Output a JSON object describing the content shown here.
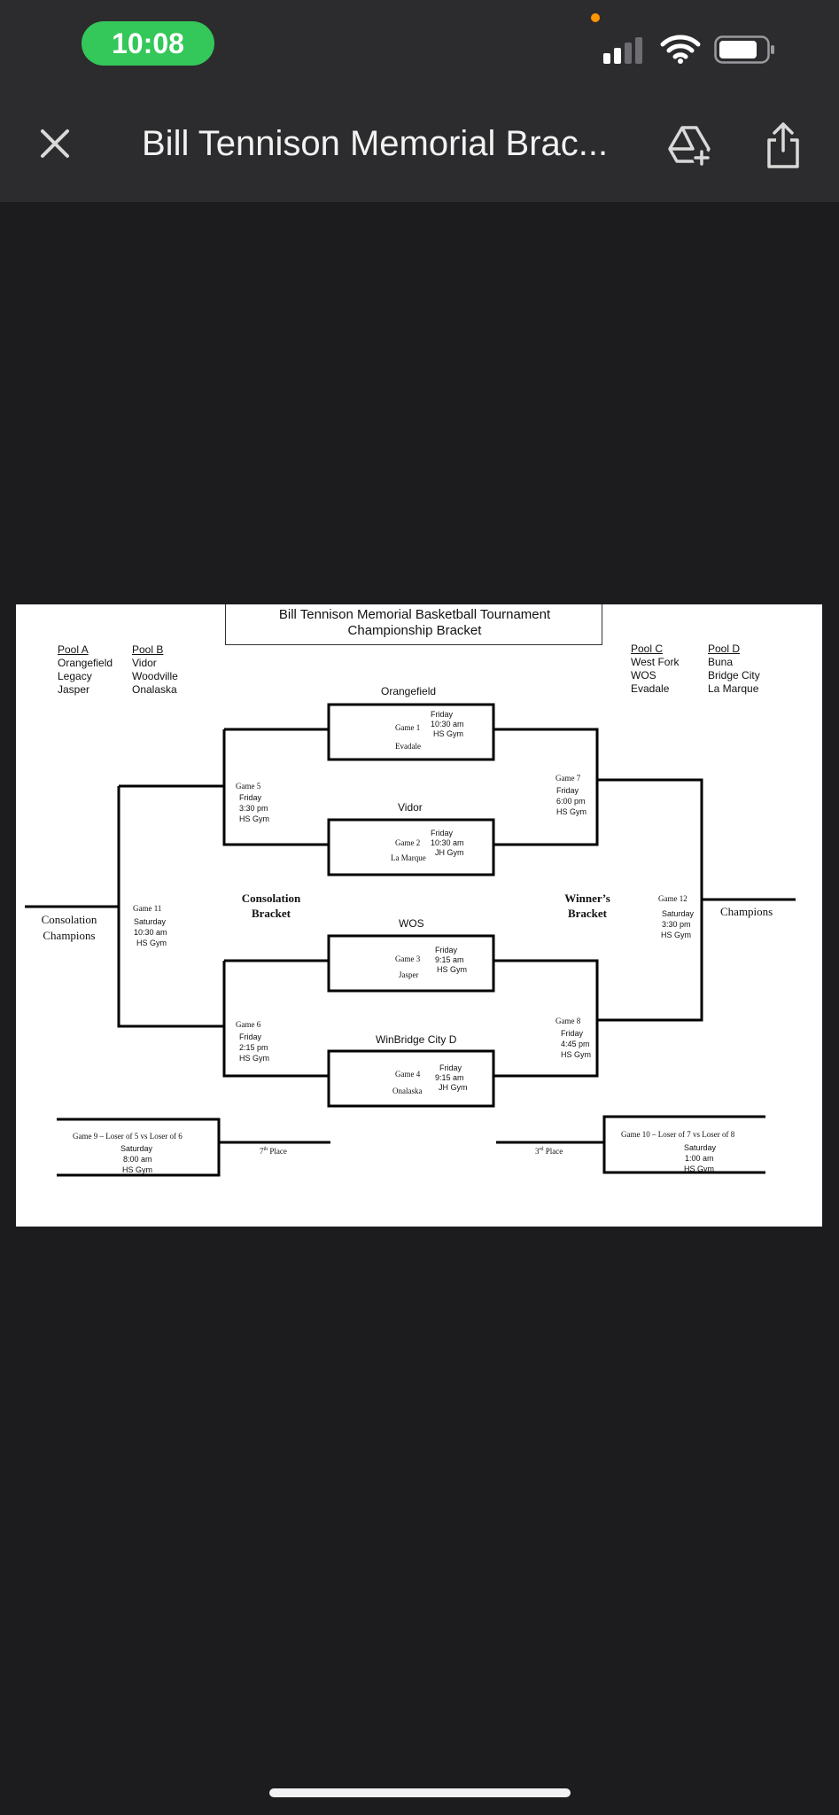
{
  "status_bar": {
    "time": "10:08"
  },
  "nav": {
    "title": "Bill Tennison Memorial Brac...",
    "close_icon": "close-icon",
    "drive_icon": "add-to-drive-icon",
    "share_icon": "share-icon"
  },
  "document": {
    "title_line1": "Bill Tennison Memorial Basketball Tournament",
    "title_line2": "Championship Bracket",
    "pools": {
      "a": {
        "name": "Pool A",
        "teams": [
          "Orangefield",
          "Legacy",
          "Jasper"
        ]
      },
      "b": {
        "name": "Pool B",
        "teams": [
          "Vidor",
          "Woodville",
          "Onalaska"
        ]
      },
      "c": {
        "name": "Pool C",
        "teams": [
          "West Fork",
          "WOS",
          "Evadale"
        ]
      },
      "d": {
        "name": "Pool D",
        "teams": [
          "Buna",
          "Bridge City",
          "La Marque"
        ]
      }
    },
    "games": {
      "g1": {
        "top_team": "Orangefield",
        "label": "Game 1",
        "day": "Friday",
        "time": "10:30 am",
        "gym": "HS Gym",
        "bottom_team": "Evadale"
      },
      "g2": {
        "top_team": "Vidor",
        "label": "Game 2",
        "day": "Friday",
        "time": "10:30 am",
        "gym": "JH Gym",
        "bottom_team": "La Marque"
      },
      "g3": {
        "top_team": "WOS",
        "label": "Game 3",
        "day": "Friday",
        "time": "9:15 am",
        "gym": "HS Gym",
        "bottom_team": "Jasper"
      },
      "g4": {
        "top_team": "WinBridge City D",
        "label": "Game 4",
        "day": "Friday",
        "time": "9:15 am",
        "gym": "JH Gym",
        "bottom_team": "Onalaska"
      },
      "g5": {
        "label": "Game 5",
        "day": "Friday",
        "time": "3:30 pm",
        "gym": "HS Gym"
      },
      "g6": {
        "label": "Game 6",
        "day": "Friday",
        "time": "2:15 pm",
        "gym": "HS Gym"
      },
      "g7": {
        "label": "Game 7",
        "day": "Friday",
        "time": "6:00 pm",
        "gym": "HS Gym"
      },
      "g8": {
        "label": "Game 8",
        "day": "Friday",
        "time": "4:45 pm",
        "gym": "HS Gym"
      },
      "g9": {
        "label": "Game 9 – Loser of 5 vs Loser of 6",
        "day": "Saturday",
        "time": "8:00 am",
        "gym": "HS Gym"
      },
      "g10": {
        "label": "Game 10 – Loser of 7 vs Loser of 8",
        "day": "Saturday",
        "time": "1:00 am",
        "gym": "HS Gym"
      },
      "g11": {
        "label": "Game 11",
        "day": "Saturday",
        "time": "10:30 am",
        "gym": "HS Gym"
      },
      "g12": {
        "label": "Game 12",
        "day": "Saturday",
        "time": "3:30 pm",
        "gym": "HS Gym"
      }
    },
    "consolation_bracket": [
      "Consolation",
      "Bracket"
    ],
    "winners_bracket": [
      "Winner’s",
      "Bracket"
    ],
    "consolation_champions": [
      "Consolation",
      "Champions"
    ],
    "champions": "Champions",
    "seventh_place": {
      "num": "7",
      "suffix": "th",
      "label": "Place"
    },
    "third_place": {
      "num": "3",
      "suffix": "rd",
      "label": "Place"
    }
  }
}
